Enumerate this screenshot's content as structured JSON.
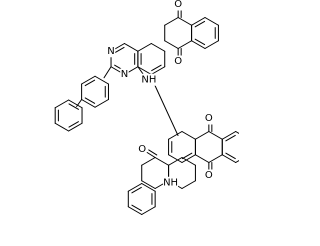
{
  "molecule": {
    "atom_labels": {
      "oxygen": "O",
      "nitrogen": "N",
      "amine": "NH",
      "ring_amine": "NH"
    }
  },
  "colors": {
    "background": "#ffffff",
    "bond": "#000000",
    "text": "#000000"
  }
}
